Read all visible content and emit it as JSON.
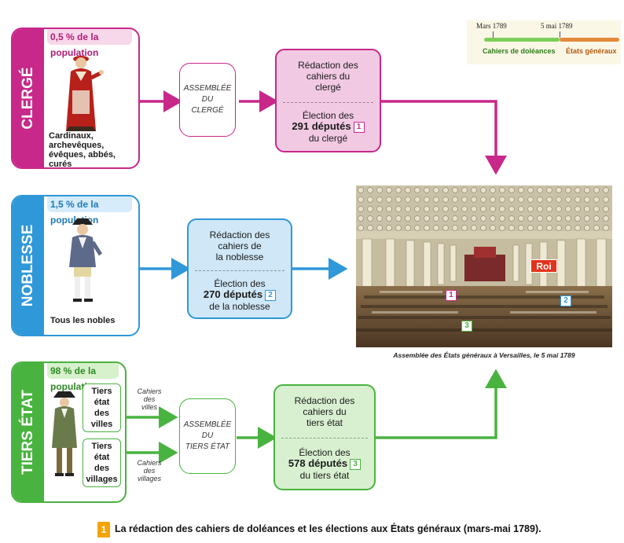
{
  "timeline": {
    "date1": "Mars 1789",
    "date2": "5 mai 1789",
    "seg1": "Cahiers de doléances",
    "seg2": "États généraux"
  },
  "clerge": {
    "band": "CLERGÉ",
    "population": "0,5 % de la population",
    "desc": [
      "Cardinaux,",
      "archevêques,",
      "évêques, abbés,",
      "curés"
    ],
    "assemblee": [
      "ASSEMBLÉE",
      "DU",
      "CLERGÉ"
    ],
    "redaction": [
      "Rédaction des",
      "cahiers du",
      "clergé"
    ],
    "election_pre": "Élection des",
    "election_num": "291 députés",
    "election_post": "du clergé",
    "badge": "1",
    "color": "#c8288a",
    "fill": "#f2c9e3"
  },
  "noblesse": {
    "band": "NOBLESSE",
    "population": "1,5 % de la population",
    "desc": [
      "Tous les nobles"
    ],
    "redaction": [
      "Rédaction des",
      "cahiers de",
      "la noblesse"
    ],
    "election_pre": "Élection des",
    "election_num": "270 députés",
    "election_post": "de la noblesse",
    "badge": "2",
    "color": "#2f98d8",
    "fill": "#cfe7f7"
  },
  "tiers": {
    "band": "TIERS ÉTAT",
    "population": "98 % de la population",
    "villes": [
      "Tiers",
      "état",
      "des",
      "villes"
    ],
    "villages": [
      "Tiers",
      "état",
      "des",
      "villages"
    ],
    "cahiers_villes": [
      "Cahiers",
      "des",
      "villes"
    ],
    "cahiers_villages": [
      "Cahiers",
      "des",
      "villages"
    ],
    "assemblee": [
      "ASSEMBLÉE",
      "DU",
      "TIERS ÉTAT"
    ],
    "redaction": [
      "Rédaction des",
      "cahiers du",
      "tiers état"
    ],
    "election_pre": "Élection des",
    "election_num": "578 députés",
    "election_post": "du tiers état",
    "badge": "3",
    "color": "#49b33f",
    "fill": "#d8f0d0"
  },
  "painting": {
    "roi": "Roi",
    "badges": [
      "1",
      "2",
      "3"
    ],
    "caption": "Assemblée des États généraux à Versailles, le 5 mai 1789"
  },
  "footer": {
    "num": "1",
    "caption": "La rédaction des cahiers de doléances et les élections aux États généraux (mars-mai 1789)."
  }
}
